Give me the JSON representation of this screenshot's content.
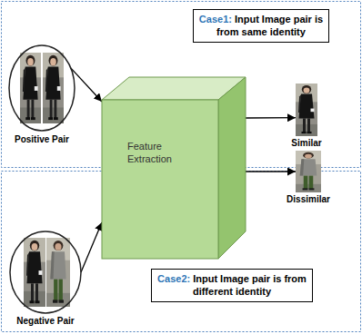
{
  "diagram": {
    "nodes": [
      {
        "text": [
          "Case1:",
          "Input Image pair is from same identity"
        ]
      },
      {
        "text": [
          "Positive Pair"
        ]
      },
      {
        "text": [
          "Feature Extraction"
        ]
      },
      {
        "text": [
          "Similar"
        ]
      },
      {
        "text": [
          "Negative Pair"
        ]
      },
      {
        "text": [
          "Dissimilar"
        ]
      },
      {
        "text": [
          "Case2:",
          "Input Image pair is from different identity"
        ]
      }
    ],
    "edges": [
      {
        "from": 1,
        "to": 2,
        "arrow": "to"
      },
      {
        "from": 4,
        "to": 2,
        "arrow": "to"
      },
      {
        "from": 2,
        "to": 3,
        "arrow": "to"
      },
      {
        "from": 2,
        "to": 5,
        "arrow": "to"
      }
    ]
  }
}
